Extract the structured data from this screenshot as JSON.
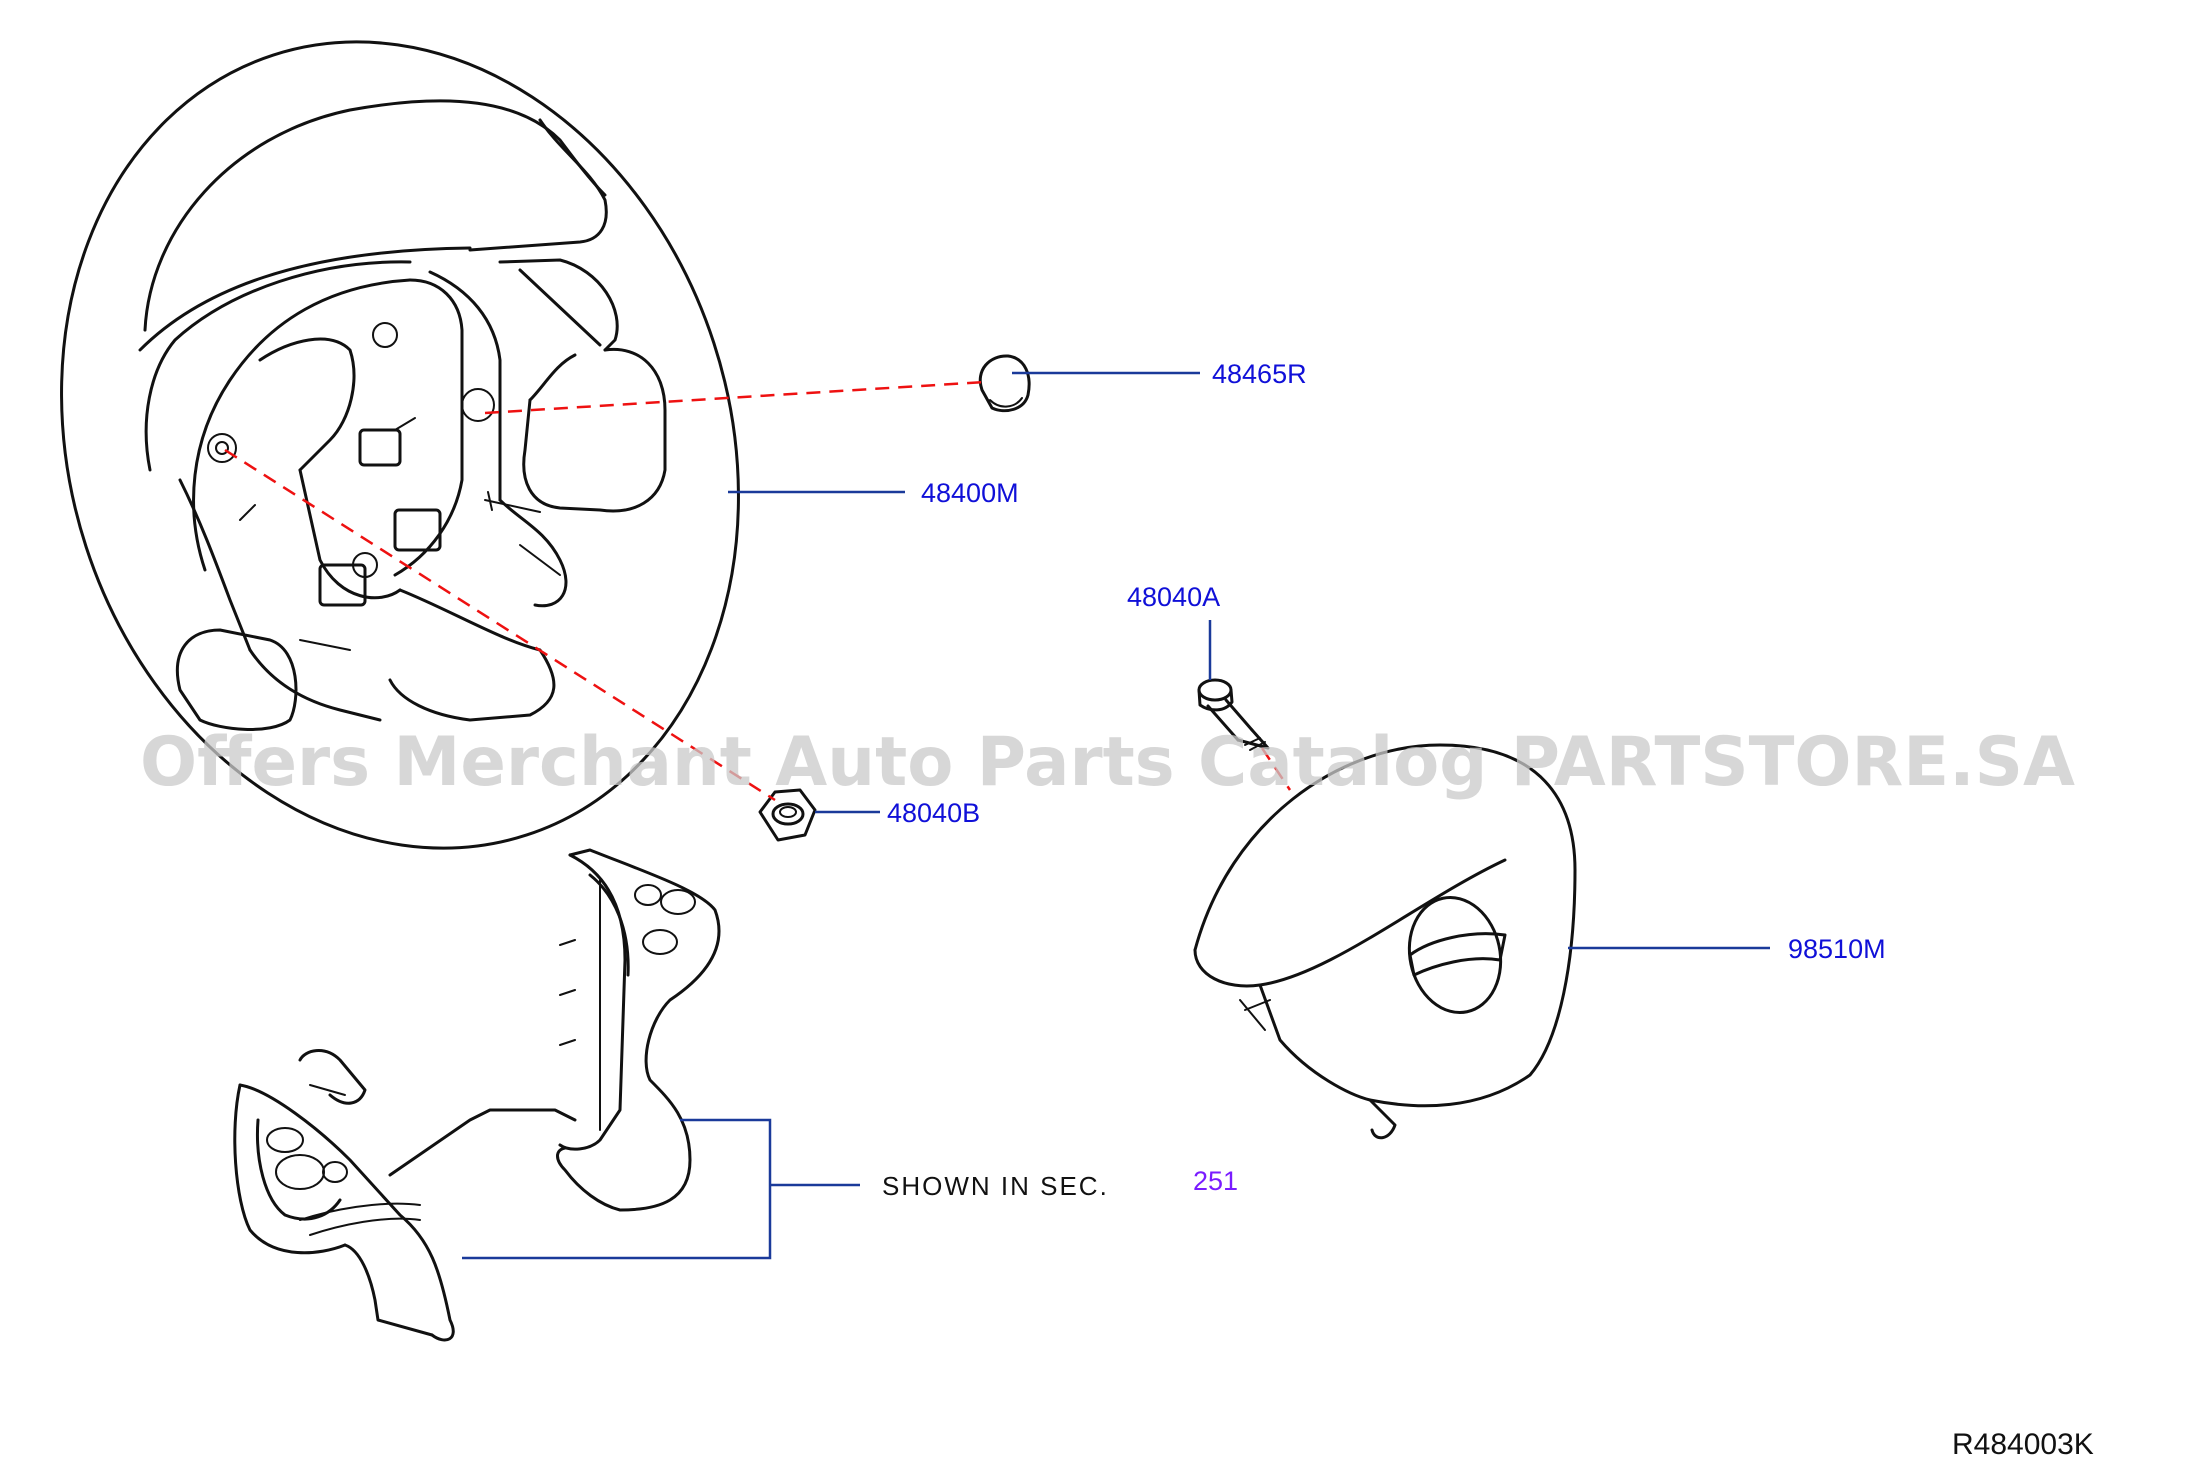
{
  "callouts": {
    "p48465R": "48465R",
    "p48400M": "48400M",
    "p48040A": "48040A",
    "p48040B": "48040B",
    "p98510M": "98510M"
  },
  "note": {
    "shown_in_sec": "SHOWN  IN  SEC.",
    "section": "251"
  },
  "reference_code": "R484003K",
  "watermark": "Offers Merchant Auto Parts Catalog PARTSTORE.SA",
  "colors": {
    "label_blue": "#1010d8",
    "leader_blue": "#1a3a9a",
    "guide_red": "#e11111",
    "section_purple": "#7a1cff"
  }
}
